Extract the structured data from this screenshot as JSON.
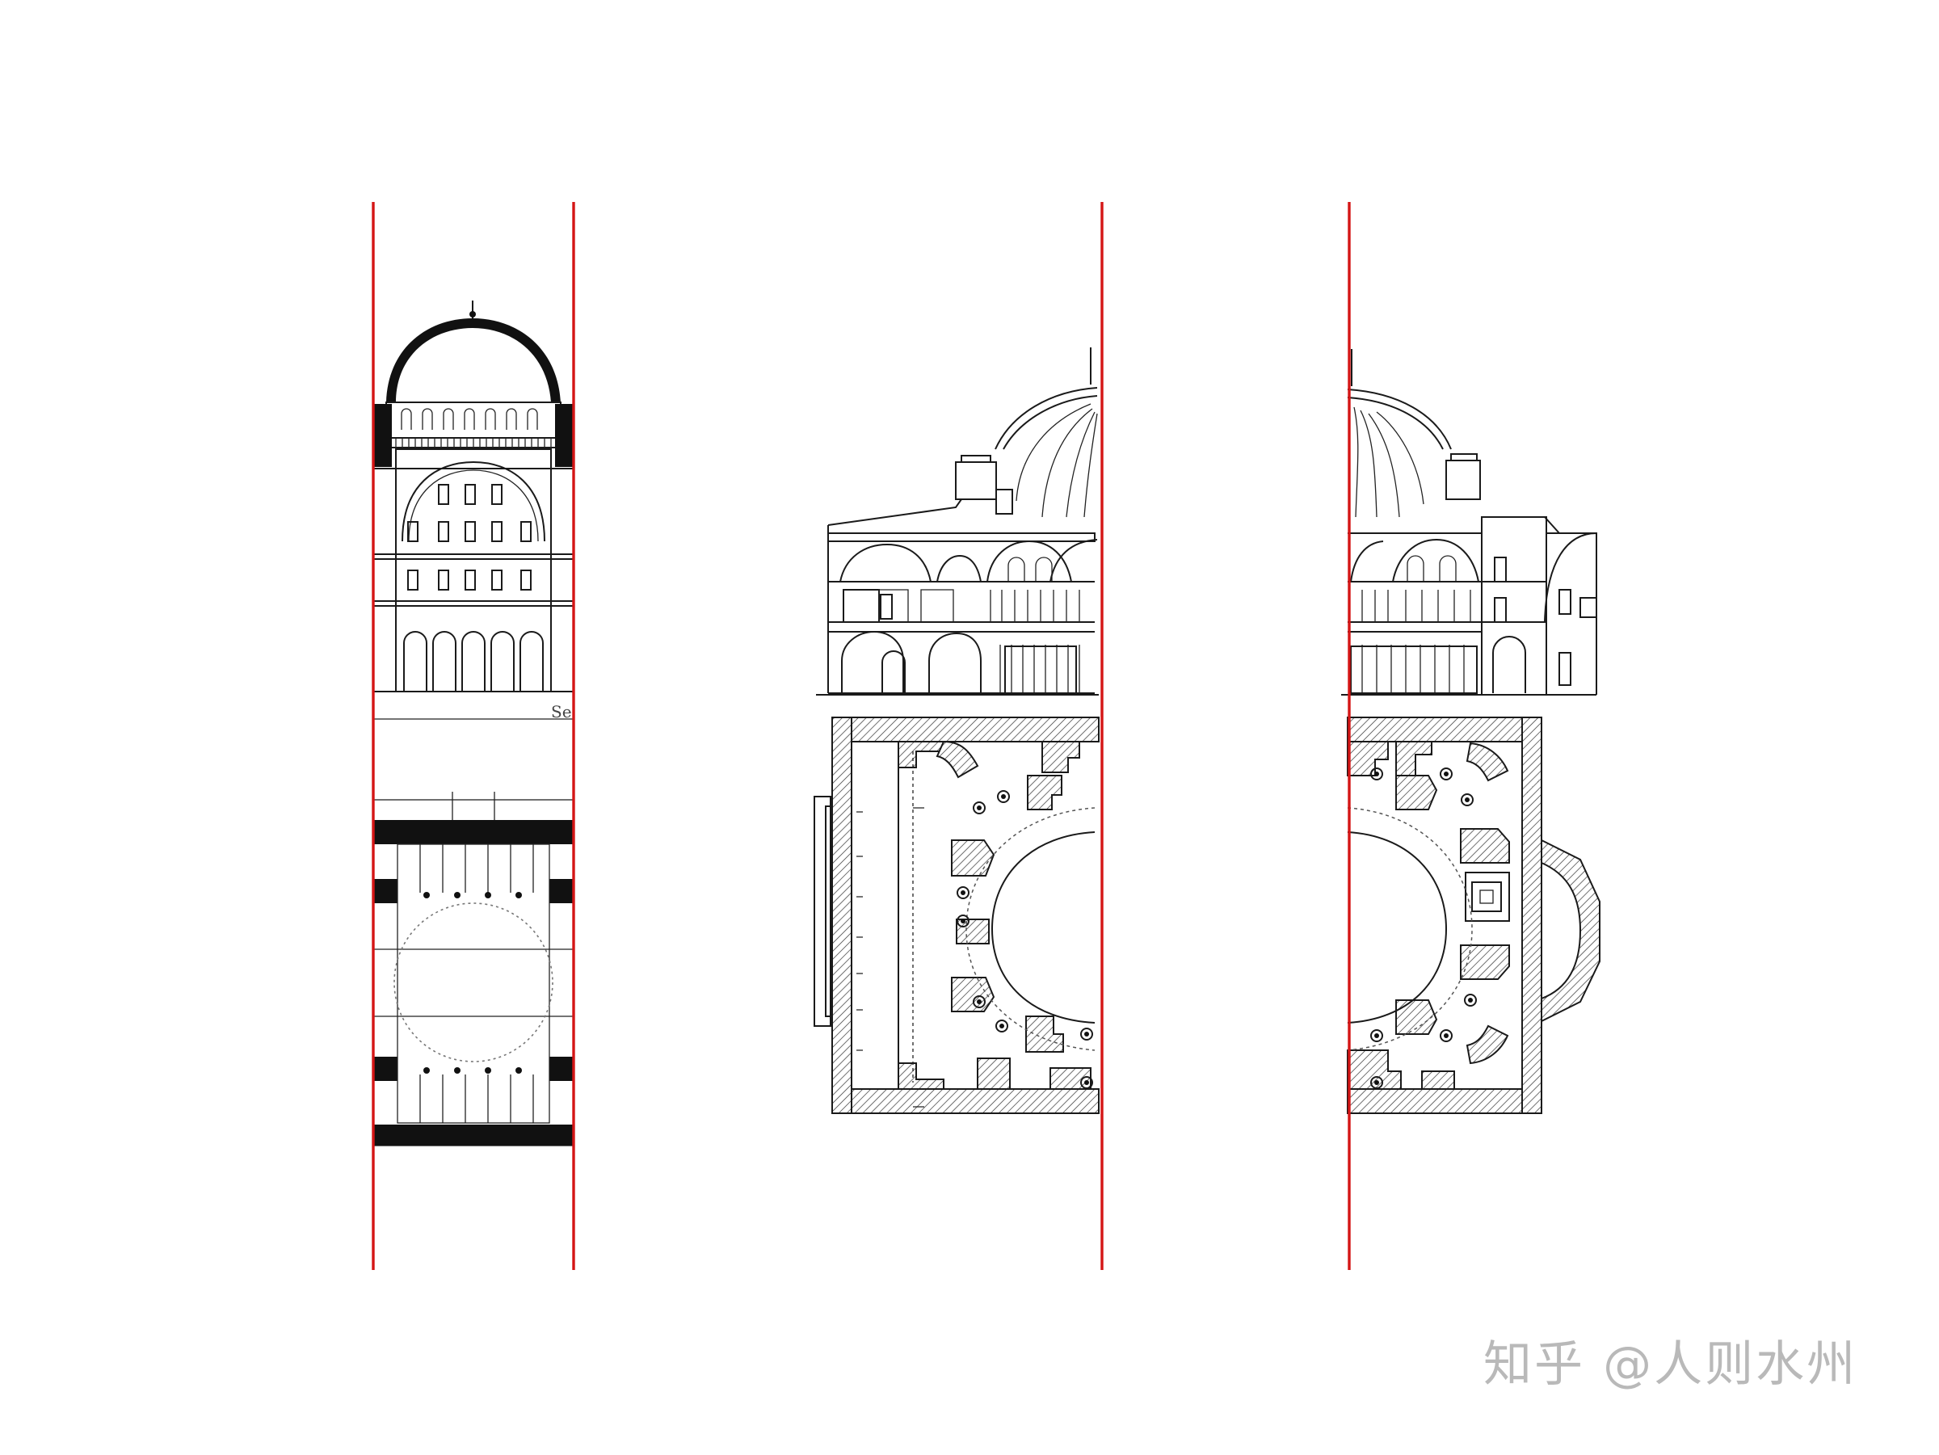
{
  "drawings": [
    {
      "name": "square-dome-section-and-plan",
      "cut_text": "Se"
    },
    {
      "name": "octagon-dome-section-and-plan-left-half"
    },
    {
      "name": "octagon-dome-section-and-plan-right-half"
    }
  ],
  "cut_lines": {
    "color": "#d41515",
    "count": 4
  },
  "watermark": "知乎 @人则水州"
}
